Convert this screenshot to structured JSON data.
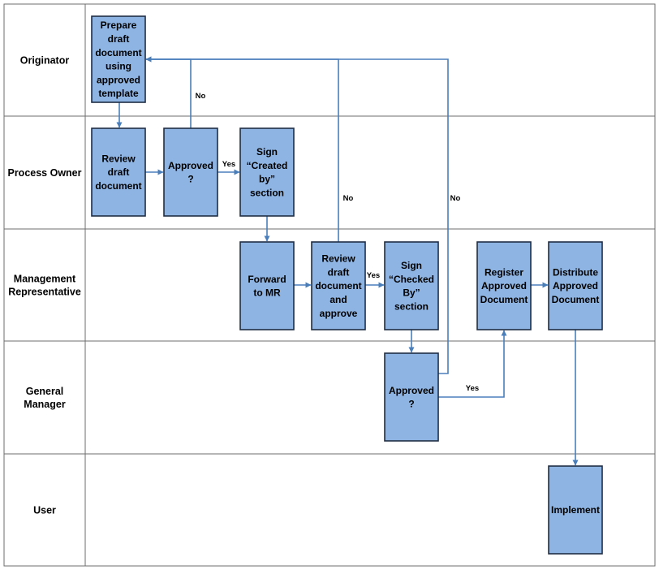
{
  "lanes": [
    {
      "id": "originator",
      "label": [
        "Originator"
      ]
    },
    {
      "id": "process-owner",
      "label": [
        "Process Owner"
      ]
    },
    {
      "id": "management-representative",
      "label": [
        "Management",
        "Representative"
      ]
    },
    {
      "id": "general-manager",
      "label": [
        "General",
        "Manager"
      ]
    },
    {
      "id": "user",
      "label": [
        "User"
      ]
    }
  ],
  "steps": [
    {
      "id": "prepare",
      "lane": "originator",
      "lines": [
        "Prepare",
        "draft",
        "document",
        "using",
        "approved",
        "template"
      ]
    },
    {
      "id": "review-po",
      "lane": "process-owner",
      "lines": [
        "Review",
        "draft",
        "document"
      ]
    },
    {
      "id": "approved-po",
      "lane": "process-owner",
      "lines": [
        "Approved",
        "?"
      ]
    },
    {
      "id": "sign-created",
      "lane": "process-owner",
      "lines": [
        "Sign",
        "“Created",
        "by”",
        "section"
      ]
    },
    {
      "id": "forward-mr",
      "lane": "management-representative",
      "lines": [
        "Forward",
        "to MR"
      ]
    },
    {
      "id": "review-mr",
      "lane": "management-representative",
      "lines": [
        "Review",
        "draft",
        "document",
        "and",
        "approve"
      ]
    },
    {
      "id": "sign-checked",
      "lane": "management-representative",
      "lines": [
        "Sign",
        "“Checked",
        "By”",
        "section"
      ]
    },
    {
      "id": "register",
      "lane": "management-representative",
      "lines": [
        "Register",
        "Approved",
        "Document"
      ]
    },
    {
      "id": "distribute",
      "lane": "management-representative",
      "lines": [
        "Distribute",
        "Approved",
        "Document"
      ]
    },
    {
      "id": "approved-gm",
      "lane": "general-manager",
      "lines": [
        "Approved",
        "?"
      ]
    },
    {
      "id": "implement",
      "lane": "user",
      "lines": [
        "Implement"
      ]
    }
  ],
  "connections": [
    {
      "from": "prepare",
      "to": "review-po",
      "label": ""
    },
    {
      "from": "review-po",
      "to": "approved-po",
      "label": ""
    },
    {
      "from": "approved-po",
      "to": "sign-created",
      "label": "Yes"
    },
    {
      "from": "approved-po",
      "to": "prepare",
      "label": "No"
    },
    {
      "from": "sign-created",
      "to": "forward-mr",
      "label": ""
    },
    {
      "from": "forward-mr",
      "to": "review-mr",
      "label": ""
    },
    {
      "from": "review-mr",
      "to": "sign-checked",
      "label": "Yes"
    },
    {
      "from": "review-mr",
      "to": "prepare",
      "label": "No"
    },
    {
      "from": "sign-checked",
      "to": "approved-gm",
      "label": ""
    },
    {
      "from": "approved-gm",
      "to": "register",
      "label": "Yes"
    },
    {
      "from": "approved-gm",
      "to": "prepare",
      "label": "No"
    },
    {
      "from": "register",
      "to": "distribute",
      "label": ""
    },
    {
      "from": "distribute",
      "to": "implement",
      "label": ""
    }
  ],
  "colors": {
    "box_fill": "#8eb4e3",
    "box_border": "#1f2d45",
    "connector": "#4a7ebb",
    "grid": "#6e6e6e"
  }
}
